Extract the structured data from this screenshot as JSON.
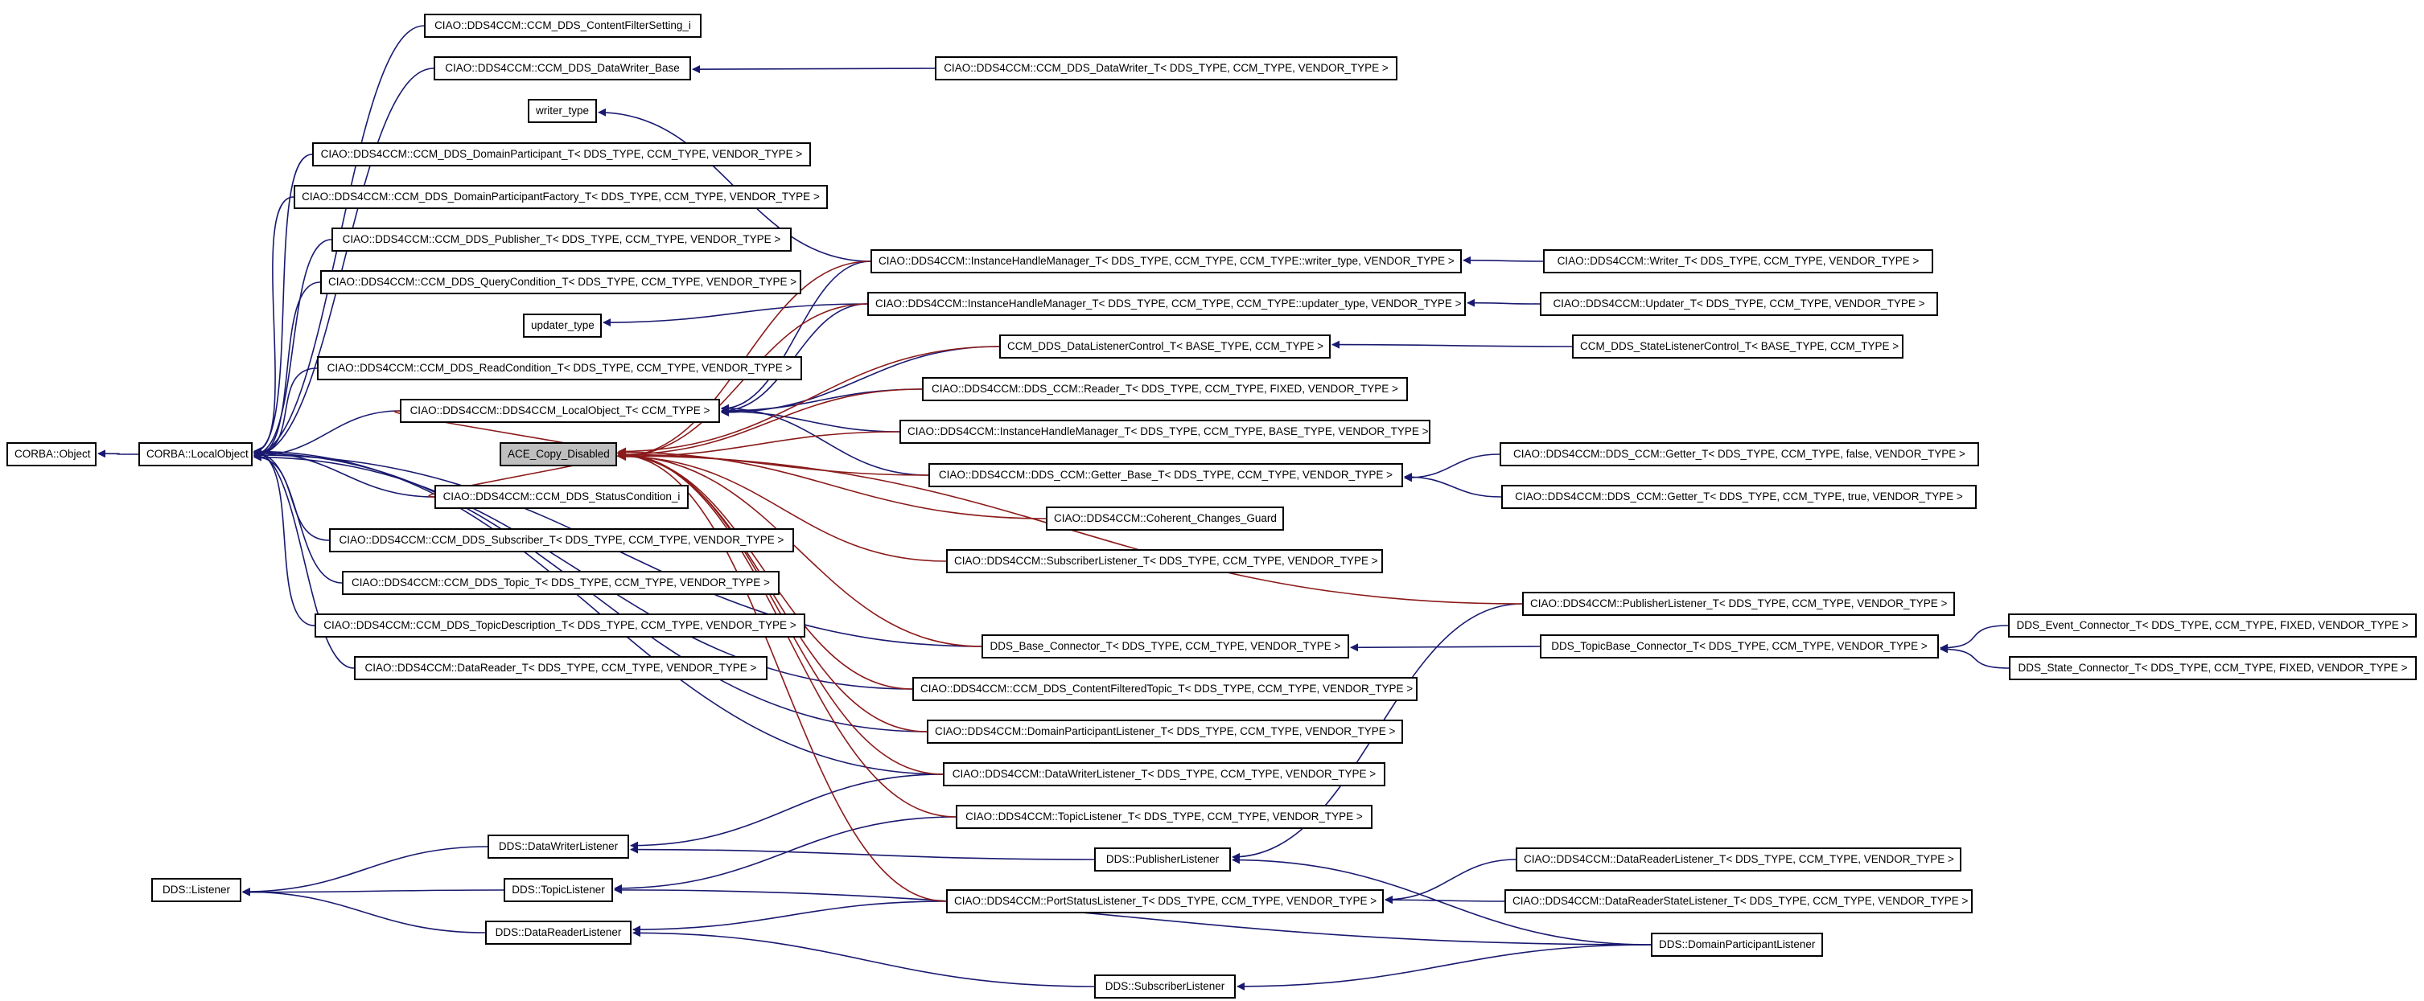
{
  "colors": {
    "inherit_edge": "#191970",
    "use_edge": "#8b1a1a",
    "node_border": "#000000",
    "node_fill": "#ffffff",
    "highlight_fill": "#bfbfbf"
  },
  "nodes": [
    {
      "id": "n_obj",
      "label": "CORBA::Object"
    },
    {
      "id": "n_lo",
      "label": "CORBA::LocalObject"
    },
    {
      "id": "n_cfs",
      "label": "CIAO::DDS4CCM::CCM_DDS_ContentFilterSetting_i"
    },
    {
      "id": "n_dwb",
      "label": "CIAO::DDS4CCM::CCM_DDS_DataWriter_Base"
    },
    {
      "id": "n_dwt",
      "label": "CIAO::DDS4CCM::CCM_DDS_DataWriter_T< DDS_TYPE, CCM_TYPE, VENDOR_TYPE >"
    },
    {
      "id": "n_wt",
      "label": "writer_type"
    },
    {
      "id": "n_dp",
      "label": "CIAO::DDS4CCM::CCM_DDS_DomainParticipant_T< DDS_TYPE, CCM_TYPE, VENDOR_TYPE >"
    },
    {
      "id": "n_dpf",
      "label": "CIAO::DDS4CCM::CCM_DDS_DomainParticipantFactory_T< DDS_TYPE, CCM_TYPE, VENDOR_TYPE >"
    },
    {
      "id": "n_pub",
      "label": "CIAO::DDS4CCM::CCM_DDS_Publisher_T< DDS_TYPE, CCM_TYPE, VENDOR_TYPE >"
    },
    {
      "id": "n_qc",
      "label": "CIAO::DDS4CCM::CCM_DDS_QueryCondition_T< DDS_TYPE, CCM_TYPE, VENDOR_TYPE >"
    },
    {
      "id": "n_ihmw",
      "label": "CIAO::DDS4CCM::InstanceHandleManager_T< DDS_TYPE, CCM_TYPE, CCM_TYPE::writer_type, VENDOR_TYPE >"
    },
    {
      "id": "n_wrt",
      "label": "CIAO::DDS4CCM::Writer_T< DDS_TYPE, CCM_TYPE, VENDOR_TYPE >"
    },
    {
      "id": "n_ut",
      "label": "updater_type"
    },
    {
      "id": "n_ihmu",
      "label": "CIAO::DDS4CCM::InstanceHandleManager_T< DDS_TYPE, CCM_TYPE, CCM_TYPE::updater_type, VENDOR_TYPE >"
    },
    {
      "id": "n_upd",
      "label": "CIAO::DDS4CCM::Updater_T< DDS_TYPE, CCM_TYPE, VENDOR_TYPE >"
    },
    {
      "id": "n_dlc",
      "label": "CCM_DDS_DataListenerControl_T< BASE_TYPE, CCM_TYPE >"
    },
    {
      "id": "n_slc",
      "label": "CCM_DDS_StateListenerControl_T< BASE_TYPE, CCM_TYPE >"
    },
    {
      "id": "n_rc",
      "label": "CIAO::DDS4CCM::CCM_DDS_ReadCondition_T< DDS_TYPE, CCM_TYPE, VENDOR_TYPE >"
    },
    {
      "id": "n_rdr",
      "label": "CIAO::DDS4CCM::DDS_CCM::Reader_T< DDS_TYPE, CCM_TYPE, FIXED, VENDOR_TYPE >"
    },
    {
      "id": "n_llo",
      "label": "CIAO::DDS4CCM::DDS4CCM_LocalObject_T< CCM_TYPE >"
    },
    {
      "id": "n_ihmb",
      "label": "CIAO::DDS4CCM::InstanceHandleManager_T< DDS_TYPE, CCM_TYPE, BASE_TYPE, VENDOR_TYPE >"
    },
    {
      "id": "n_ace",
      "label": "ACE_Copy_Disabled",
      "highlight": true
    },
    {
      "id": "n_gb",
      "label": "CIAO::DDS4CCM::DDS_CCM::Getter_Base_T< DDS_TYPE, CCM_TYPE, VENDOR_TYPE >"
    },
    {
      "id": "n_gf",
      "label": "CIAO::DDS4CCM::DDS_CCM::Getter_T< DDS_TYPE, CCM_TYPE, false, VENDOR_TYPE >"
    },
    {
      "id": "n_gt",
      "label": "CIAO::DDS4CCM::DDS_CCM::Getter_T< DDS_TYPE, CCM_TYPE, true, VENDOR_TYPE >"
    },
    {
      "id": "n_sc",
      "label": "CIAO::DDS4CCM::CCM_DDS_StatusCondition_i"
    },
    {
      "id": "n_ccg",
      "label": "CIAO::DDS4CCM::Coherent_Changes_Guard"
    },
    {
      "id": "n_sub",
      "label": "CIAO::DDS4CCM::CCM_DDS_Subscriber_T< DDS_TYPE, CCM_TYPE, VENDOR_TYPE >"
    },
    {
      "id": "n_sl",
      "label": "CIAO::DDS4CCM::SubscriberListener_T< DDS_TYPE, CCM_TYPE, VENDOR_TYPE >"
    },
    {
      "id": "n_top",
      "label": "CIAO::DDS4CCM::CCM_DDS_Topic_T< DDS_TYPE, CCM_TYPE, VENDOR_TYPE >"
    },
    {
      "id": "n_pl",
      "label": "CIAO::DDS4CCM::PublisherListener_T< DDS_TYPE, CCM_TYPE, VENDOR_TYPE >"
    },
    {
      "id": "n_td",
      "label": "CIAO::DDS4CCM::CCM_DDS_TopicDescription_T< DDS_TYPE, CCM_TYPE, VENDOR_TYPE >"
    },
    {
      "id": "n_bc",
      "label": "DDS_Base_Connector_T< DDS_TYPE, CCM_TYPE, VENDOR_TYPE >"
    },
    {
      "id": "n_tbc",
      "label": "DDS_TopicBase_Connector_T< DDS_TYPE, CCM_TYPE, VENDOR_TYPE >"
    },
    {
      "id": "n_ec",
      "label": "DDS_Event_Connector_T< DDS_TYPE, CCM_TYPE, FIXED, VENDOR_TYPE >"
    },
    {
      "id": "n_dr",
      "label": "CIAO::DDS4CCM::DataReader_T< DDS_TYPE, CCM_TYPE, VENDOR_TYPE >"
    },
    {
      "id": "n_stc",
      "label": "DDS_State_Connector_T< DDS_TYPE, CCM_TYPE, FIXED, VENDOR_TYPE >"
    },
    {
      "id": "n_cft",
      "label": "CIAO::DDS4CCM::CCM_DDS_ContentFilteredTopic_T< DDS_TYPE, CCM_TYPE, VENDOR_TYPE >"
    },
    {
      "id": "n_dpl",
      "label": "CIAO::DDS4CCM::DomainParticipantListener_T< DDS_TYPE, CCM_TYPE, VENDOR_TYPE >"
    },
    {
      "id": "n_dwl",
      "label": "CIAO::DDS4CCM::DataWriterListener_T< DDS_TYPE, CCM_TYPE, VENDOR_TYPE >"
    },
    {
      "id": "n_tl",
      "label": "CIAO::DDS4CCM::TopicListener_T< DDS_TYPE, CCM_TYPE, VENDOR_TYPE >"
    },
    {
      "id": "n_ddwl",
      "label": "DDS::DataWriterListener"
    },
    {
      "id": "n_dpubl",
      "label": "DDS::PublisherListener"
    },
    {
      "id": "n_drl",
      "label": "CIAO::DDS4CCM::DataReaderListener_T< DDS_TYPE, CCM_TYPE, VENDOR_TYPE >"
    },
    {
      "id": "n_dl",
      "label": "DDS::Listener"
    },
    {
      "id": "n_dtl",
      "label": "DDS::TopicListener"
    },
    {
      "id": "n_psl",
      "label": "CIAO::DDS4CCM::PortStatusListener_T< DDS_TYPE, CCM_TYPE, VENDOR_TYPE >"
    },
    {
      "id": "n_drsl",
      "label": "CIAO::DDS4CCM::DataReaderStateListener_T< DDS_TYPE, CCM_TYPE, VENDOR_TYPE >"
    },
    {
      "id": "n_ddrl",
      "label": "DDS::DataReaderListener"
    },
    {
      "id": "n_ddpl",
      "label": "DDS::DomainParticipantListener"
    },
    {
      "id": "n_dsl",
      "label": "DDS::SubscriberListener"
    }
  ]
}
